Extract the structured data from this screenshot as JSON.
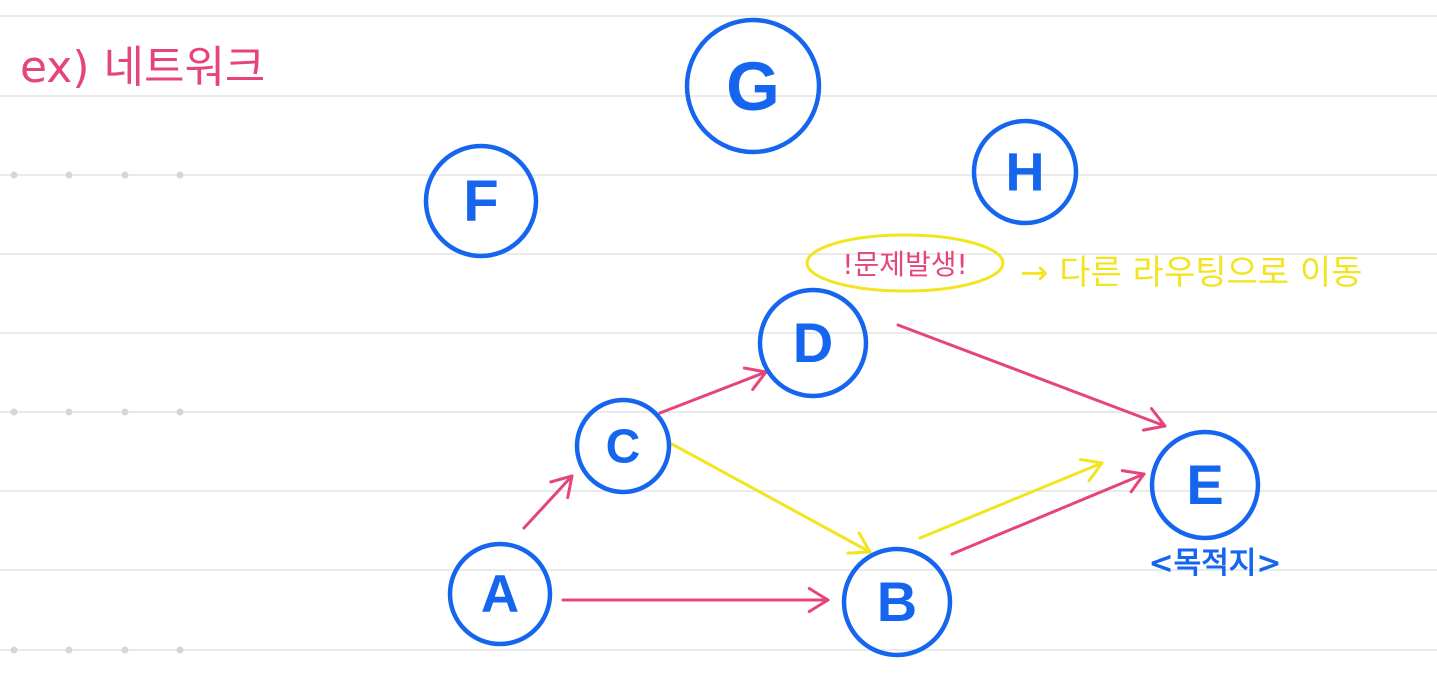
{
  "title": "ex) 네트워크",
  "colors": {
    "node_stroke": "#1565ee",
    "node_text": "#1565ee",
    "pink": "#e6457a",
    "yellow": "#f2e51f",
    "rule_line": "#e3e3e3",
    "dot": "#d6d6d6"
  },
  "nodes": [
    {
      "id": "A",
      "label": "A"
    },
    {
      "id": "B",
      "label": "B"
    },
    {
      "id": "C",
      "label": "C"
    },
    {
      "id": "D",
      "label": "D"
    },
    {
      "id": "E",
      "label": "E"
    },
    {
      "id": "F",
      "label": "F"
    },
    {
      "id": "G",
      "label": "G"
    },
    {
      "id": "H",
      "label": "H"
    }
  ],
  "edges": [
    {
      "from": "A",
      "to": "C",
      "color": "pink"
    },
    {
      "from": "A",
      "to": "B",
      "color": "pink"
    },
    {
      "from": "C",
      "to": "D",
      "color": "pink"
    },
    {
      "from": "D",
      "to": "E",
      "color": "pink"
    },
    {
      "from": "B",
      "to": "E",
      "color": "pink"
    },
    {
      "from": "C",
      "to": "B",
      "color": "yellow"
    },
    {
      "from": "B",
      "to": "E",
      "color": "yellow"
    }
  ],
  "annotations": {
    "problem": "!문제발생!",
    "reroute": "→ 다른 라우팅으로 이동",
    "destination": "<목적지>"
  }
}
